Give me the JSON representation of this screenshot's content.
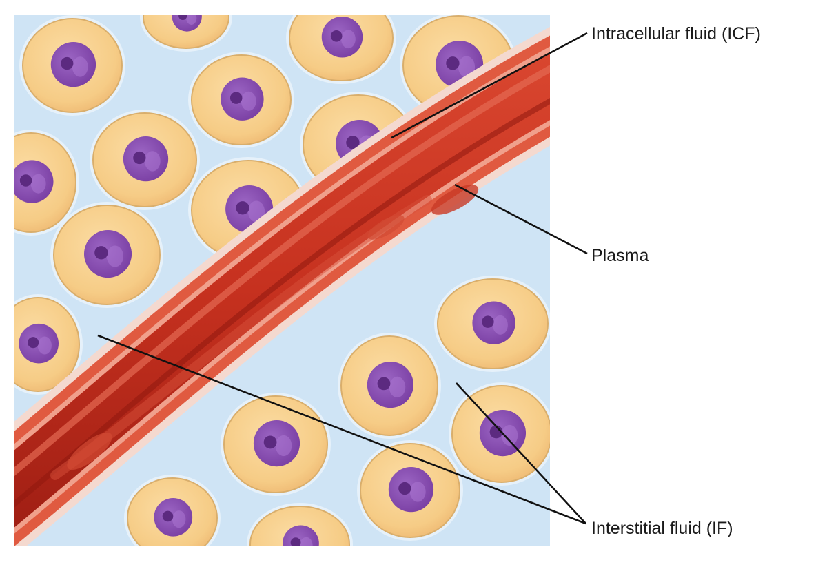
{
  "diagram": {
    "labels": {
      "icf": "Intracellular fluid (ICF)",
      "plasma": "Plasma",
      "interstitial": "Interstitial fluid (IF)"
    },
    "colors": {
      "interstitial_fluid": "#cfe4f5",
      "cell_body": "#f7cf8c",
      "cell_border": "#d9ae6c",
      "nucleus": "#8a4fb0",
      "nucleolus": "#5c2a80",
      "vessel_wall": "#e2553d",
      "vessel_lumen": "#b8261a",
      "leader_line": "#111111"
    }
  }
}
